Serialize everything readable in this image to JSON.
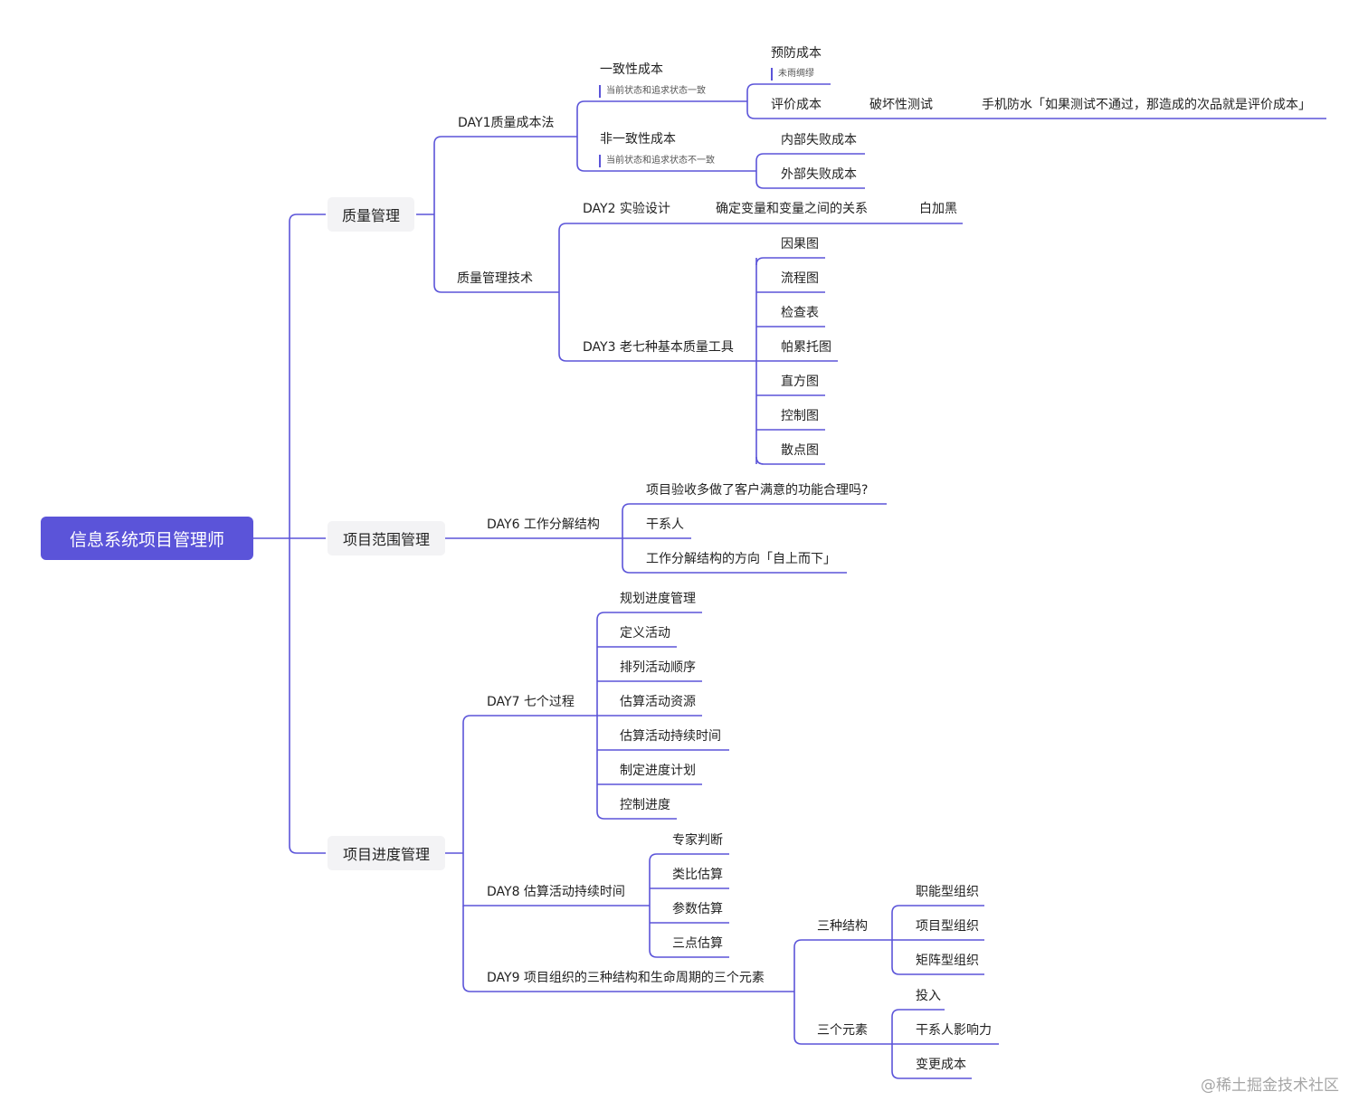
{
  "root": "信息系统项目管理师",
  "branches": {
    "quality": {
      "label": "质量管理",
      "day1": {
        "label": "DAY1质量成本法",
        "conformance": {
          "label": "一致性成本",
          "note": "当前状态和追求状态一致",
          "prevention": {
            "label": "预防成本",
            "note": "未雨绸缪"
          },
          "appraisal": {
            "label": "评价成本",
            "destructive": "破坏性测试",
            "example": "手机防水「如果测试不通过，那造成的次品就是评价成本」"
          }
        },
        "nonconformance": {
          "label": "非一致性成本",
          "note": "当前状态和追求状态不一致",
          "internal": "内部失败成本",
          "external": "外部失败成本"
        }
      },
      "tech": {
        "label": "质量管理技术",
        "day2": {
          "label": "DAY2 实验设计",
          "relation": "确定变量和变量之间的关系",
          "box": "白加黑"
        },
        "day3": {
          "label": "DAY3 老七种基本质量工具",
          "tools": [
            "因果图",
            "流程图",
            "检查表",
            "帕累托图",
            "直方图",
            "控制图",
            "散点图"
          ]
        }
      }
    },
    "scope": {
      "label": "项目范围管理",
      "day6": {
        "label": "DAY6 工作分解结构",
        "items": [
          "项目验收多做了客户满意的功能合理吗?",
          "干系人",
          "工作分解结构的方向「自上而下」"
        ]
      }
    },
    "schedule": {
      "label": "项目进度管理",
      "day7": {
        "label": "DAY7 七个过程",
        "items": [
          "规划进度管理",
          "定义活动",
          "排列活动顺序",
          "估算活动资源",
          "估算活动持续时间",
          "制定进度计划",
          "控制进度"
        ]
      },
      "day8": {
        "label": "DAY8 估算活动持续时间",
        "items": [
          "专家判断",
          "类比估算",
          "参数估算",
          "三点估算"
        ]
      },
      "day9": {
        "label": "DAY9 项目组织的三种结构和生命周期的三个元素",
        "structures": {
          "label": "三种结构",
          "items": [
            "职能型组织",
            "项目型组织",
            "矩阵型组织"
          ]
        },
        "elements": {
          "label": "三个元素",
          "items": [
            "投入",
            "干系人影响力",
            "变更成本"
          ]
        }
      }
    }
  },
  "watermark": "@稀土掘金技术社区",
  "colors": {
    "accent": "#5b54d9",
    "node_bg": "#f3f3f5",
    "text": "#222222"
  }
}
